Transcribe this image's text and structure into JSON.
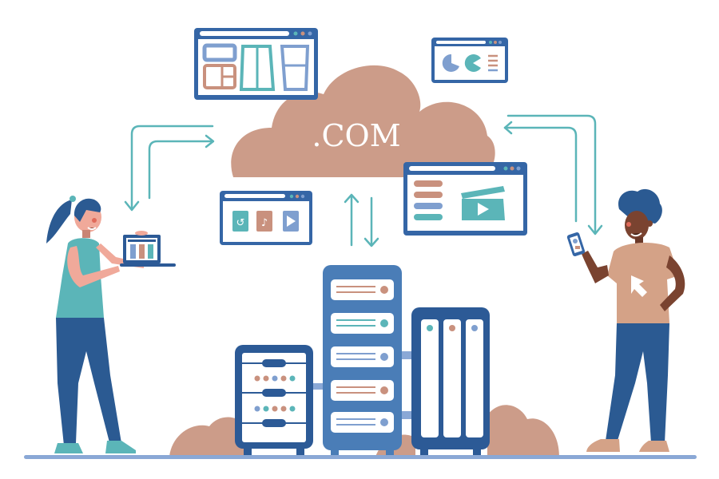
{
  "illustration": {
    "title": "Cloud web hosting concept",
    "cloud_label": ".COM",
    "colors": {
      "navy": "#3566a6",
      "navy_dark": "#2c5a96",
      "blue_light": "#7f9fcf",
      "teal": "#5bb5b8",
      "terracotta": "#c9917e",
      "cloud": "#cc9c89",
      "skin": "#f0a99a",
      "skin_dark": "#7a4330",
      "shirt_tan": "#d4a287",
      "pants": "#2b5a92",
      "ground": "#8aa8d6",
      "white": "#ffffff"
    },
    "windows": [
      {
        "id": "dashboard-window",
        "content": "layout-blocks"
      },
      {
        "id": "chart-window",
        "content": "pie-charts"
      },
      {
        "id": "media-window",
        "content": "video-clapperboard"
      },
      {
        "id": "apps-window",
        "content": "app-icons: refresh, music, play"
      }
    ],
    "servers": [
      {
        "id": "server-left",
        "type": "rack-with-dots"
      },
      {
        "id": "server-center",
        "type": "tower-5-drives"
      },
      {
        "id": "server-right",
        "type": "3-bay"
      }
    ],
    "people": [
      {
        "id": "woman",
        "holding": "laptop"
      },
      {
        "id": "man",
        "holding": "phone",
        "shirt_icon": "cursor-arrow"
      }
    ]
  }
}
